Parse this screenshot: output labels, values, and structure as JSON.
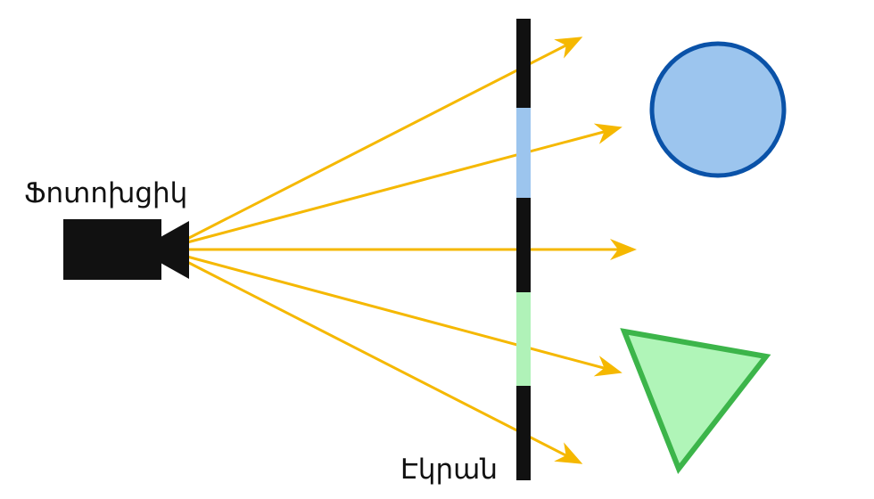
{
  "labels": {
    "camera": "Ֆոտոխցիկ",
    "screen": "Էկրան"
  },
  "colors": {
    "background": "#ffffff",
    "ray": "#f5b800",
    "camera": "#111111",
    "screen_dark": "#111111",
    "screen_blue": "#9cc5ee",
    "screen_green": "#b0f2b8",
    "circle_fill": "#9cc5ee",
    "circle_stroke": "#0a52a8",
    "triangle_fill": "#b0f5b8",
    "triangle_stroke": "#3cb54a"
  },
  "icons": {
    "camera": "video-camera-icon",
    "circle": "circle-shape",
    "triangle": "triangle-shape"
  },
  "rays": {
    "count": 5
  }
}
